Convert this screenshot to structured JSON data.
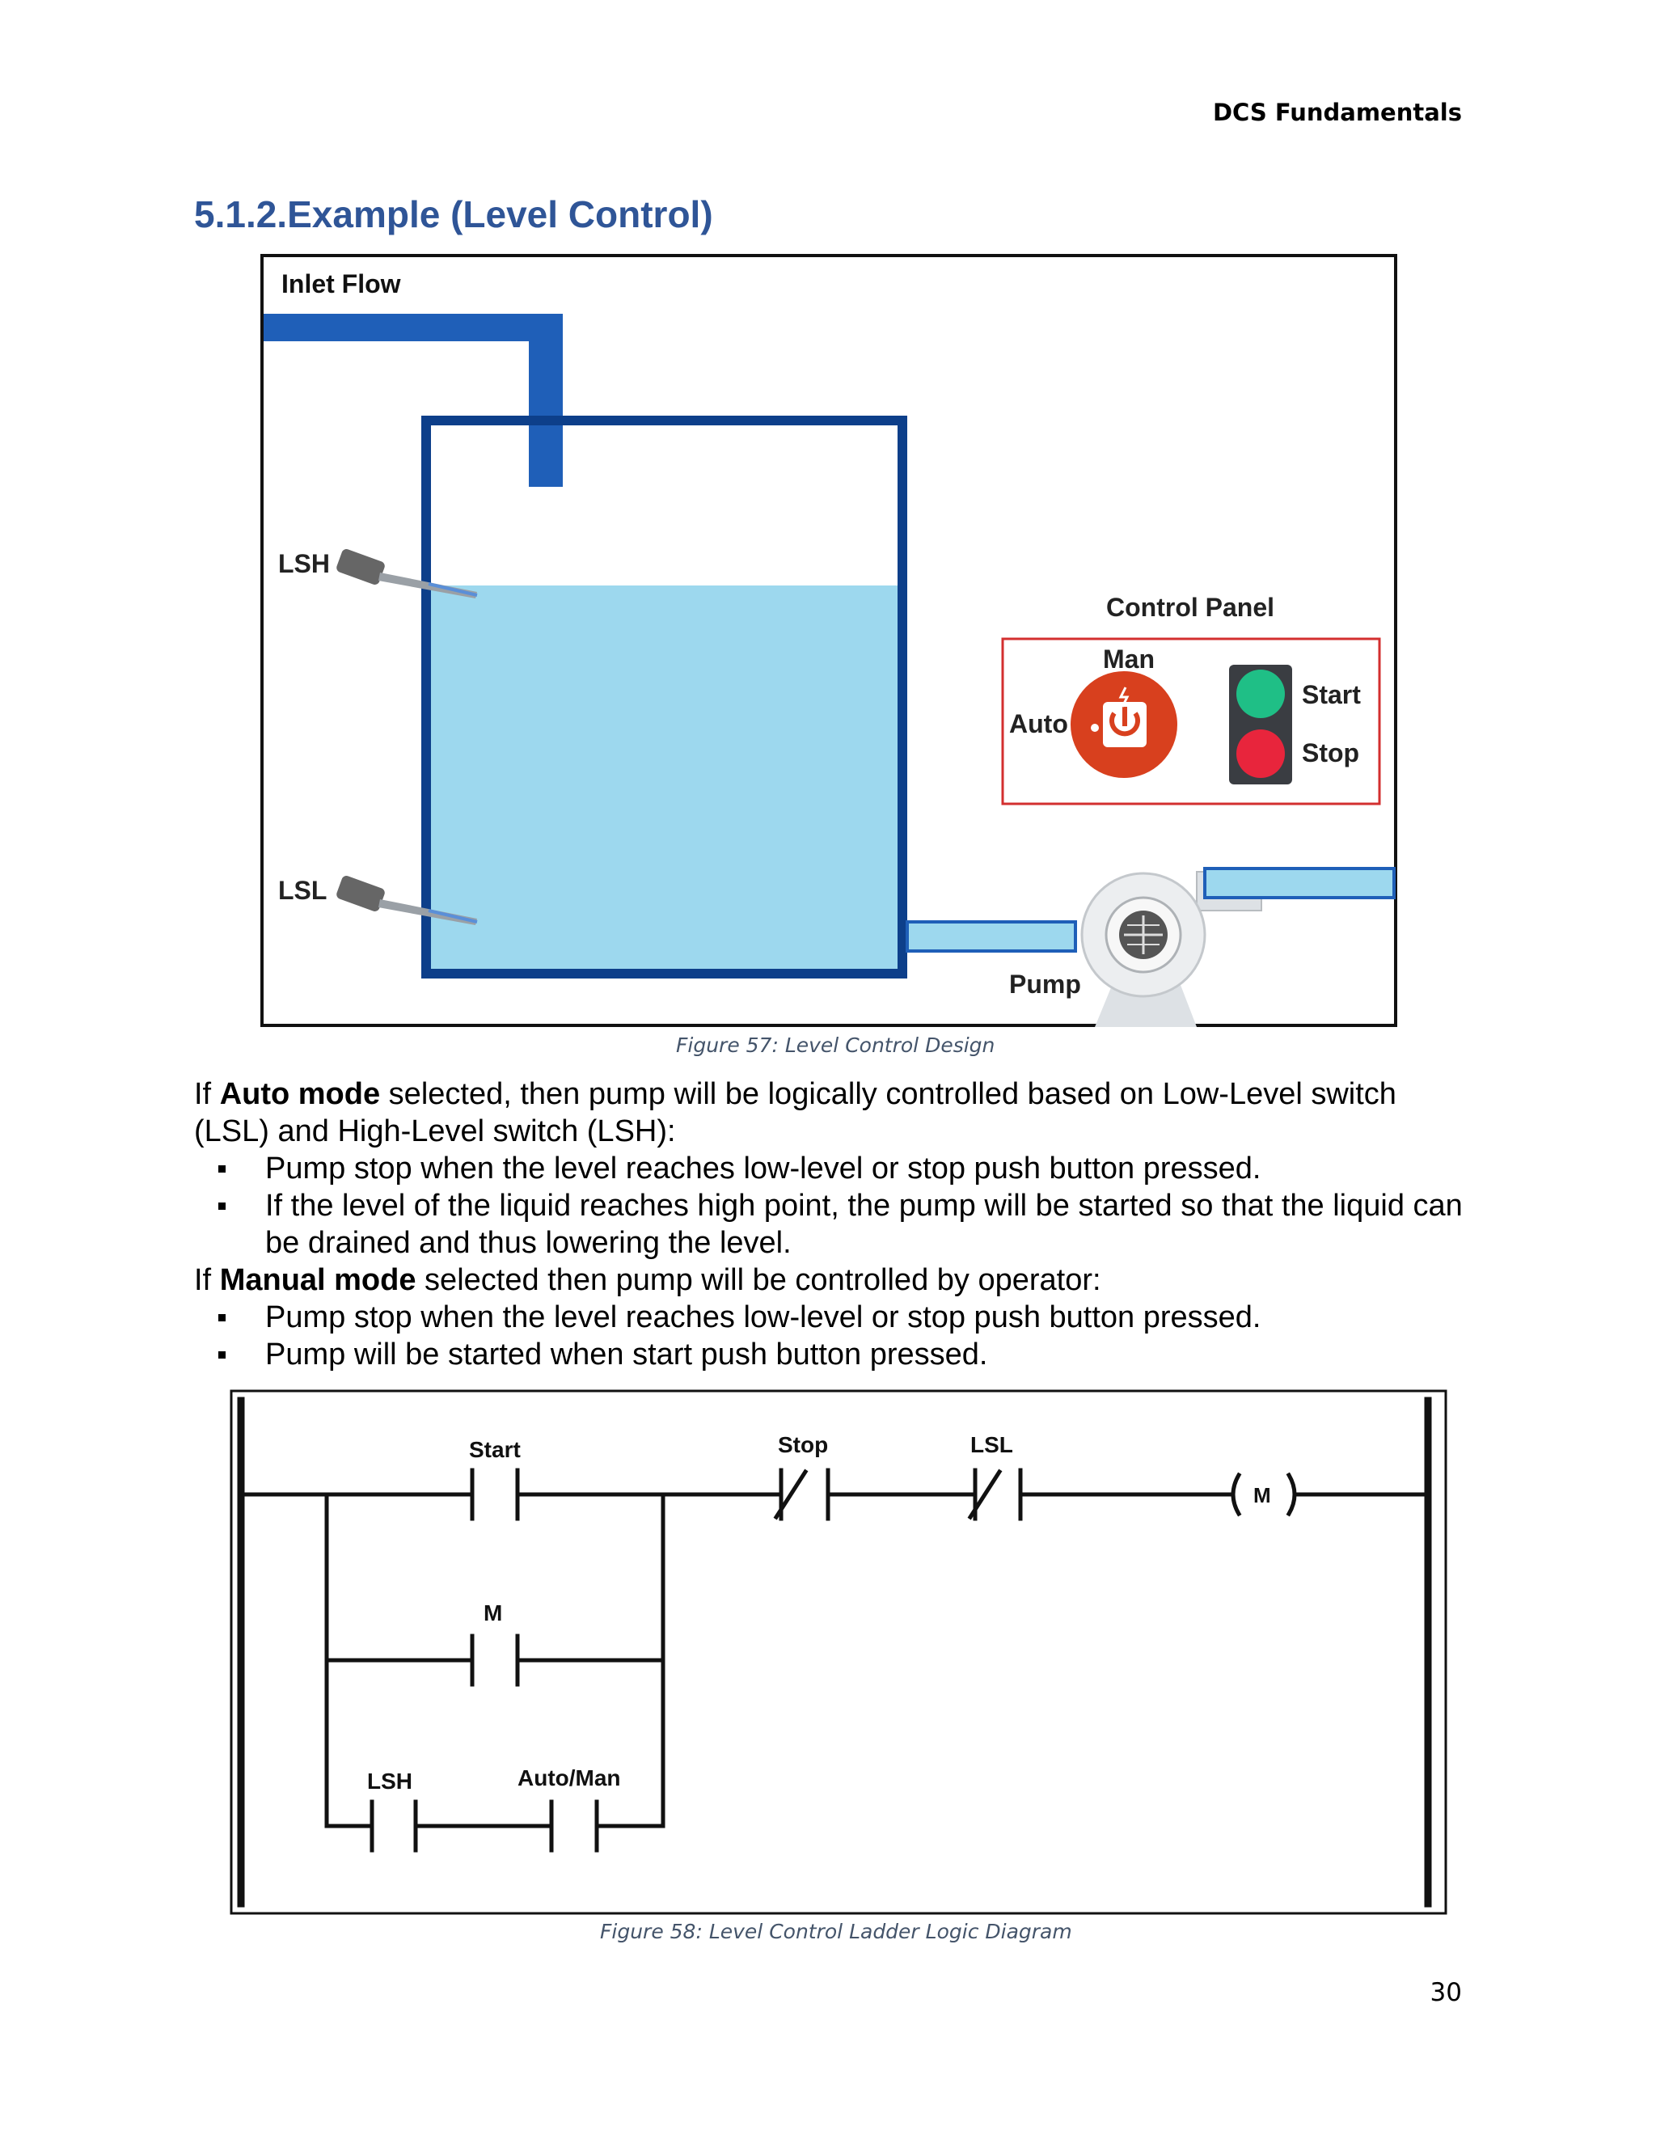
{
  "header": {
    "title": "DCS Fundamentals"
  },
  "section": {
    "heading": "5.1.2.Example (Level Control)"
  },
  "figure57": {
    "inlet_label": "Inlet Flow",
    "lsh_label": "LSH",
    "lsl_label": "LSL",
    "control_panel_label": "Control Panel",
    "man_label": "Man",
    "auto_label": "Auto",
    "start_label": "Start",
    "stop_label": "Stop",
    "pump_label": "Pump",
    "caption": "Figure 57: Level Control Design"
  },
  "body": {
    "auto_prefix": "If ",
    "auto_bold": "Auto mode",
    "auto_rest": " selected, then pump will be logically controlled based on Low-Level switch (LSL) and High-Level switch (LSH):",
    "auto_bullets": [
      "Pump stop when the level reaches low-level or stop push button pressed.",
      "If the level of the liquid reaches high point, the pump will be started so that the liquid can be drained and thus lowering the level."
    ],
    "manual_prefix": "If ",
    "manual_bold": "Manual mode",
    "manual_rest": " selected then pump will be controlled by operator:",
    "manual_bullets": [
      "Pump stop when the level reaches low-level or stop push button pressed.",
      "Pump will be started when start push button pressed."
    ]
  },
  "figure58": {
    "start_label": "Start",
    "stop_label": "Stop",
    "lsl_label": "LSL",
    "coil_label": "M",
    "m_label": "M",
    "lsh_label": "LSH",
    "automan_label": "Auto/Man",
    "caption": "Figure 58: Level Control Ladder Logic Diagram"
  },
  "colors": {
    "heading": "#2f5597",
    "pipe": "#1f5fb8",
    "tank_wall": "#0d3f8a",
    "liquid": "#9dd8ee",
    "panel_border": "#d32f2f",
    "selector": "#d8401e",
    "start_button": "#1fbf86",
    "stop_button": "#e8253c"
  },
  "page_number": "30"
}
